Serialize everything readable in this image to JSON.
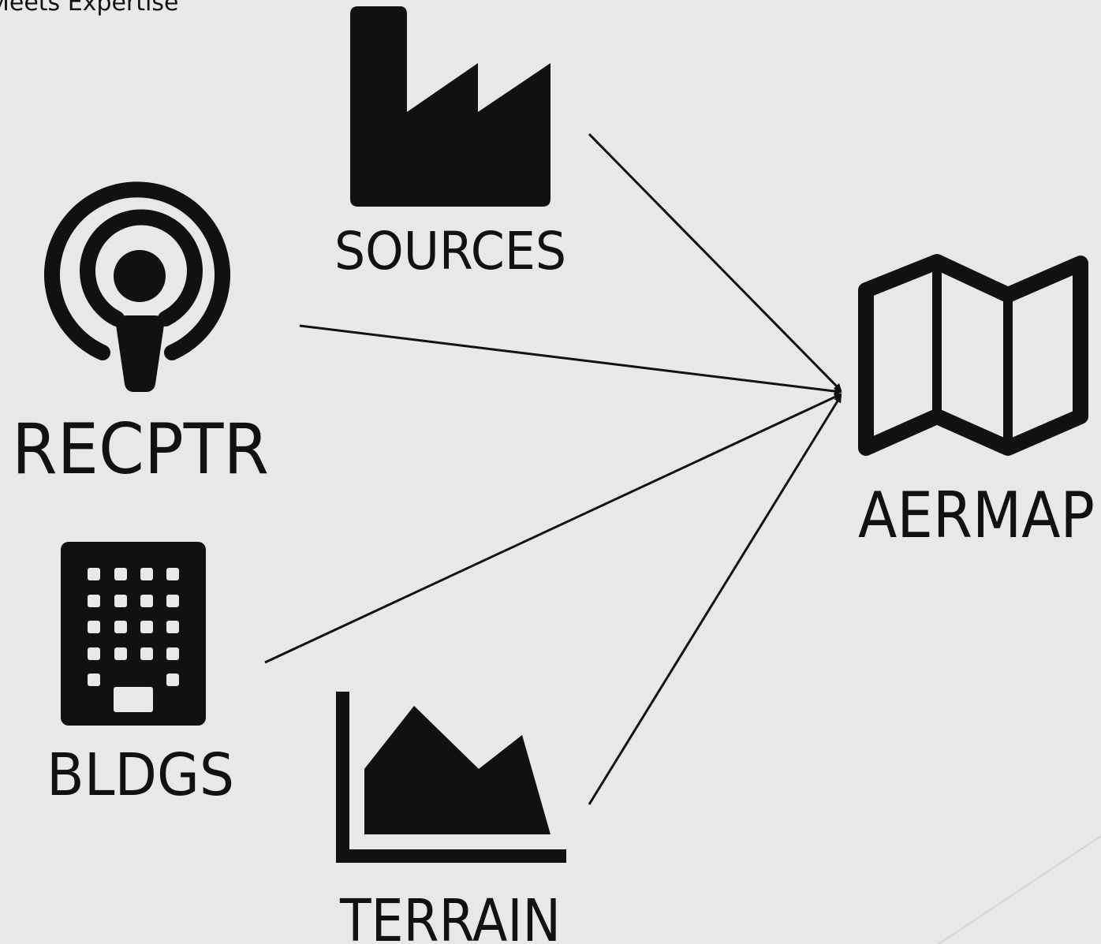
{
  "header": {
    "text": "Meets Expertise"
  },
  "nodes": {
    "sources": {
      "label": "SOURCES",
      "icon": "factory-icon"
    },
    "recptr": {
      "label": "RECPTR",
      "icon": "podcast-icon"
    },
    "bldgs": {
      "label": "BLDGS",
      "icon": "building-icon"
    },
    "terrain": {
      "label": "TERRAIN",
      "icon": "area-chart-icon"
    },
    "aermap": {
      "label": "AERMAP",
      "icon": "map-icon"
    }
  },
  "edges": [
    {
      "from": "sources",
      "to": "aermap"
    },
    {
      "from": "recptr",
      "to": "aermap"
    },
    {
      "from": "bldgs",
      "to": "aermap"
    },
    {
      "from": "terrain",
      "to": "aermap"
    }
  ],
  "colors": {
    "background": "#e8e8e8",
    "foreground": "#111111"
  }
}
